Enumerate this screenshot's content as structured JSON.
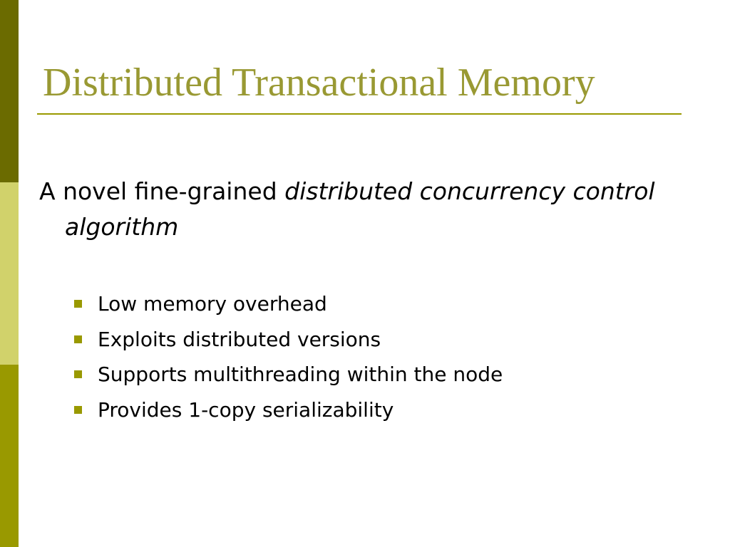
{
  "colors": {
    "bar_top": "#6b6b00",
    "bar_mid": "#d1d26b",
    "bar_bot": "#999900",
    "title": "#999933",
    "rule": "#999900",
    "bullet": "#999900"
  },
  "slide": {
    "title": "Distributed Transactional Memory",
    "lead": {
      "plain": "A novel fine-grained ",
      "italic": "distributed concurrency control algorithm"
    },
    "bullets": [
      "Low memory overhead",
      "Exploits distributed versions",
      "Supports multithreading within the node",
      "Provides 1-copy serializability"
    ]
  }
}
